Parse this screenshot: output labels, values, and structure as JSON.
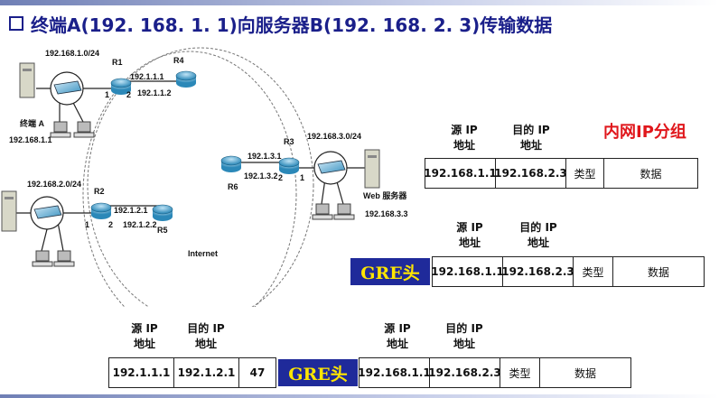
{
  "title": "终端A(192. 168. 1. 1)向服务器B(192. 168. 2. 3)传输数据",
  "network": {
    "subnet_a": "192.168.1.0/24",
    "subnet_b": "192.168.2.0/24",
    "subnet_c": "192.168.3.0/24",
    "r1": "R1",
    "r2": "R2",
    "r3": "R3",
    "r4": "R4",
    "r5": "R5",
    "r6": "R6",
    "r1_if1": "1",
    "r1_if2": "2",
    "r1_ip_out": "192.1.1.1",
    "r4_ip": "192.1.1.2",
    "r2_if1": "1",
    "r2_if2": "2",
    "r2_ip_out": "192.1.2.1",
    "r5_ip": "192.1.2.2",
    "r3_ip_a": "192.1.3.1",
    "r3_ip_b": "192.1.3.2",
    "r3_if2": "2",
    "r3_if1": "1",
    "terminal_a": "终端 A",
    "terminal_a_ip": "192.168.1.1",
    "web_server": "Web 服务器",
    "web_server_ip": "192.168.3.3",
    "internet": "Internet"
  },
  "packet_headers": {
    "src": "源 IP\n地址",
    "dst": "目的 IP\n地址"
  },
  "inner_label": "内网IP分组",
  "gre_label": "GRE头",
  "packet1": [
    "192.168.1.1",
    "192.168.2.3",
    "类型",
    "数据"
  ],
  "packet2": [
    "192.168.1.1",
    "192.168.2.3",
    "类型",
    "数据"
  ],
  "packet3_outer": [
    "192.1.1.1",
    "192.1.2.1",
    "47"
  ],
  "packet3_inner": [
    "192.168.1.1",
    "192.168.2.3",
    "类型",
    "数据"
  ]
}
